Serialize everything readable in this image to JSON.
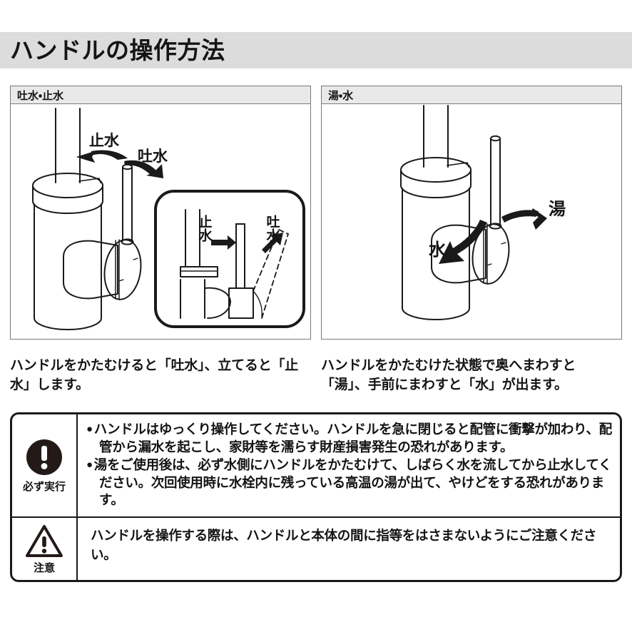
{
  "page": {
    "title": "ハンドルの操作方法",
    "background_color": "#ffffff",
    "title_band_color": "#dcdcdc",
    "panel_header_color": "#e9e9e9",
    "ink_color": "#1a1a1a"
  },
  "panels": [
    {
      "header": "吐水・止水",
      "caption": "ハンドルをかたむけると「吐水」、立てると「止水」します。",
      "illustration": {
        "kind": "faucet-handle-tilt",
        "labels": {
          "stop_water": "止水",
          "discharge_water": "吐水"
        },
        "inset": {
          "stop_water_vertical": "止水",
          "discharge_water_vertical": "吐水"
        }
      }
    },
    {
      "header": "湯・水",
      "caption": "ハンドルをかたむけた状態で奥へまわすと「湯」、手前にまわすと「水」が出ます。",
      "illustration": {
        "kind": "faucet-handle-rotate",
        "labels": {
          "hot_water": "湯",
          "cold_water": "水"
        }
      }
    }
  ],
  "notices": [
    {
      "icon": "mandatory-action-icon",
      "icon_label": "必ず実行",
      "bullets": [
        "ハンドルはゆっくり操作してください。ハンドルを急に閉じると配管に衝撃が加わり、配管から漏水を起こし、家財等を濡らす財産損害発生の恐れがあります。",
        "湯をご使用後は、必ず水側にハンドルをかたむけて、しばらく水を流してから止水してください。次回使用時に水栓内に残っている高温の湯が出て、やけどをする恐れがあります。"
      ]
    },
    {
      "icon": "caution-triangle-icon",
      "icon_label": "注意",
      "bullets": [
        "ハンドルを操作する際は、ハンドルと本体の間に指等をはさまないようにご注意ください。"
      ]
    }
  ]
}
